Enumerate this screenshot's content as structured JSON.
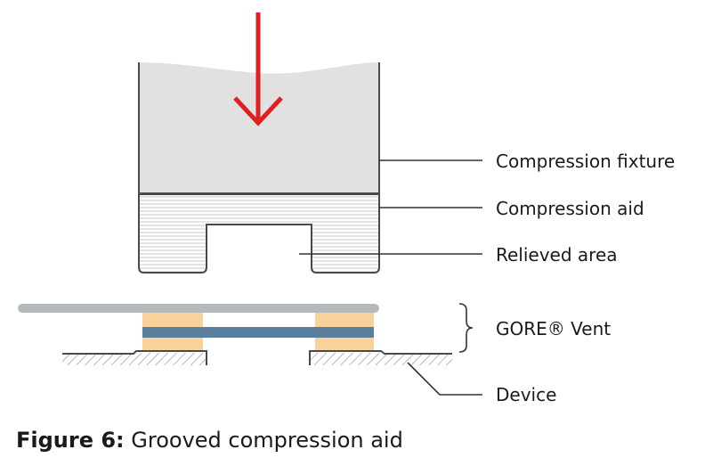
{
  "labels": {
    "compression_fixture": "Compression fixture",
    "compression_aid": "Compression aid",
    "relieved_area": "Relieved area",
    "gore_vent": "GORE® Vent",
    "device": "Device"
  },
  "caption": {
    "prefix": "Figure 6:",
    "text": " Grooved compression aid"
  },
  "colors": {
    "arrow": "#e02020",
    "fixture_fill": "#e1e1e1",
    "outline": "#4a4a4a",
    "vent_membrane": "#5a7f9c",
    "vent_adhesive": "#f7d29a",
    "vent_top_layer": "#b4b9bd",
    "device_hatch": "#9a9a9a"
  }
}
